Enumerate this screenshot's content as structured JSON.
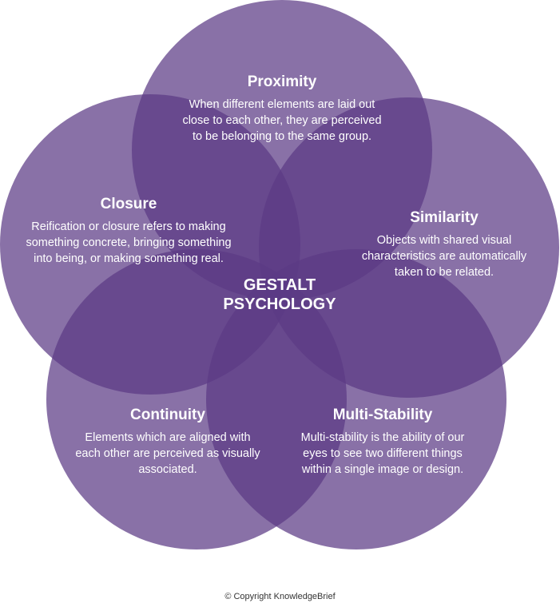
{
  "center": {
    "line1": "GESTALT",
    "line2": "PSYCHOLOGY"
  },
  "principles": {
    "proximity": {
      "title": "Proximity",
      "description": "When different elements are laid out close to each other, they are perceived to be belonging to the same group."
    },
    "closure": {
      "title": "Closure",
      "description": "Reification or closure refers to making something concrete, bringing something into being, or making something real."
    },
    "similarity": {
      "title": "Similarity",
      "description": "Objects with shared visual characteristics are automatically taken to be related."
    },
    "continuity": {
      "title": "Continuity",
      "description": "Elements which are aligned with each other are perceived as visually associated."
    },
    "multi_stability": {
      "title": "Multi-Stability",
      "description": "Multi-stability is the ability of our eyes to see two different things within a single image or design."
    }
  },
  "footer": {
    "copyright": "© Copyright KnowledgeBrief"
  },
  "colors": {
    "circle_fill": "#5b3a85",
    "text": "#ffffff"
  }
}
